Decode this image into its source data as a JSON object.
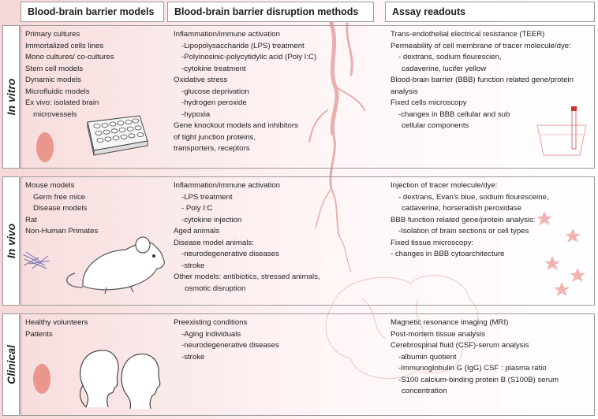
{
  "headers": {
    "models": "Blood-brain barrier models",
    "disruption": "Blood-brain barrier disruption methods",
    "readouts": "Assay readouts"
  },
  "rows": {
    "in_vitro": {
      "label": "In vitro",
      "models": [
        "Primary cultures",
        "Immortalized cells lines",
        "Mono cultures/ co-cultures",
        "Stem cell models",
        "Dynamic models",
        "Microfluidic models",
        "Ex vivo: isolated brain",
        "microvessels"
      ],
      "disruption": [
        "Inflammation/immune activation",
        "-Lipopolysaccharide (LPS) treatment",
        "-Polyinosinic-polycytidylic acid (Poly I:C)",
        "-cytokine treatment",
        "Oxidative stress",
        "-glucose deprivation",
        "-hydrogen peroxide",
        "-hypoxia",
        "Gene knockout models and inhibitors",
        "of tight junction proteins,",
        "transporters, receptors"
      ],
      "readouts": [
        "Trans-endothelial electrical resistance (TEER)",
        "Permeability of cell membrane of tracer molecule/dye:",
        "- dextrans, sodium flourescien,",
        "cadaverine, lucifer yellow",
        "Blood-brain barrier (BBB) function related gene/protein",
        "analysis",
        "Fixed cells microscopy",
        "-changes in BBB cellular and sub",
        "cellular components"
      ]
    },
    "in_vivo": {
      "label": "In vivo",
      "models": [
        "Mouse models",
        "Germ free mice",
        "Disease models",
        "Rat",
        "Non-Human Primates"
      ],
      "disruption": [
        "Inflammation/immune activation",
        "-LPS treatment",
        "- Poly I:C",
        "-cytokine injection",
        "Aged animals",
        "Disease model animals:",
        "-neurodegenerative diseases",
        "-stroke",
        "Other models: antibiotics, stressed animals,",
        "osmotic disruption"
      ],
      "readouts": [
        "Injection of tracer molecule/dye:",
        "- dextrans, Evan's blue, sodium flouresceine,",
        "cadaverine, horseradish peroxidase",
        "BBB function related gene/protein analysis:",
        "-Isolation of brain sections or cell types",
        "Fixed tissue microscopy:",
        "- changes in BBB cytoarchitecture"
      ]
    },
    "clinical": {
      "label": "Clinical",
      "models": [
        "Healthy volunteers",
        "Patients"
      ],
      "disruption": [
        "Preexisting conditions",
        "-Aging individuals",
        "-neurodegenerative diseases",
        "-stroke"
      ],
      "readouts": [
        "Magnetic resonance imaging (MRI)",
        "Post-mortem tissue analysis",
        "Cerebrospinal fluid (CSF)-serum analysis",
        "-albumin quotient",
        "-Immunoglobulin G (IgG) CSF : plasma ratio",
        "-S100 calcium-binding protein B (S100B) serum",
        "concentration"
      ]
    }
  },
  "icons": [
    "well-plate-icon",
    "test-tube-icon",
    "cell-icon",
    "mouse-icon",
    "neuron-icon",
    "star-icon",
    "female-head-icon",
    "male-head-icon",
    "blood-vessel-icon",
    "brain-icon"
  ],
  "colors": {
    "accent": "#e07a7a",
    "vessel": "#e39090",
    "cell": "#e88a7e",
    "border": "#9a9a9a"
  }
}
